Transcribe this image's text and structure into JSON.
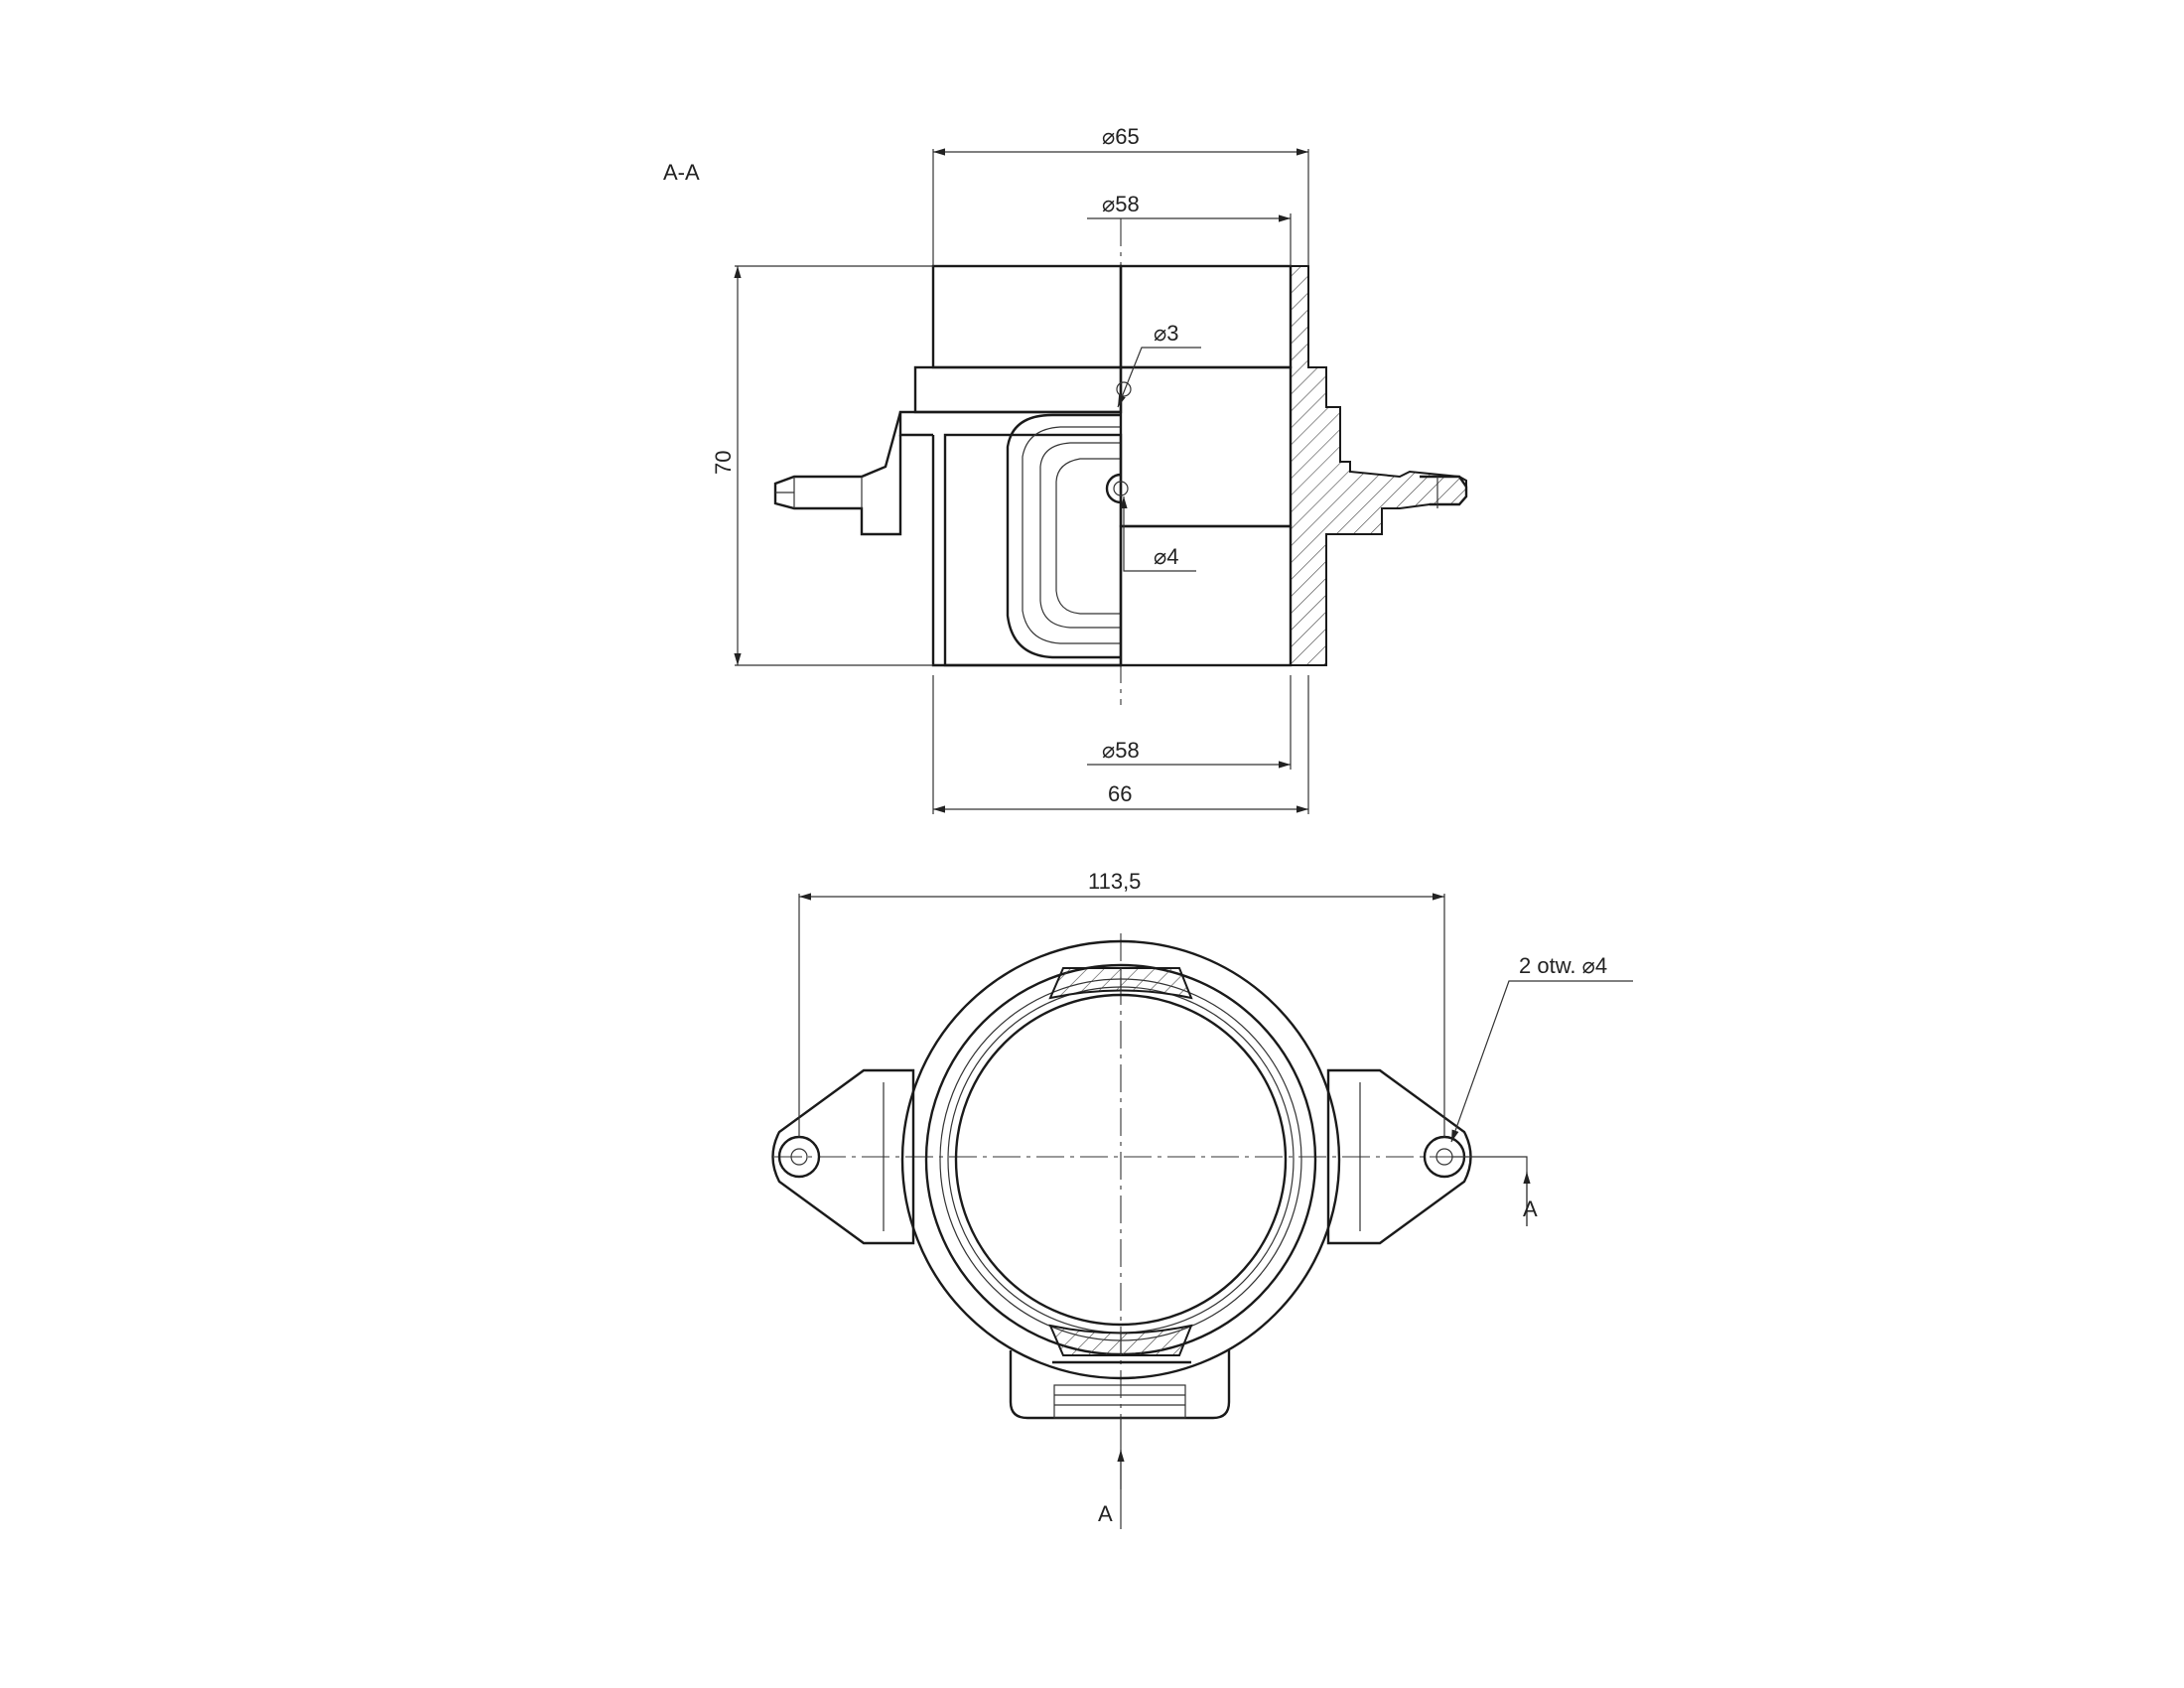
{
  "section_label": "A-A",
  "dimensions": {
    "dia_65": "65",
    "dia_58_top": "58",
    "dia_3": "3",
    "dia_4": "4",
    "dia_58_bottom": "58",
    "width_66": "66",
    "height_70": "70",
    "span_113_5": "113,5",
    "holes_note": "2 otw.",
    "holes_dia": "4"
  },
  "diameter_symbol": "⌀",
  "cut_marker_right": "A",
  "cut_marker_bottom": "A"
}
